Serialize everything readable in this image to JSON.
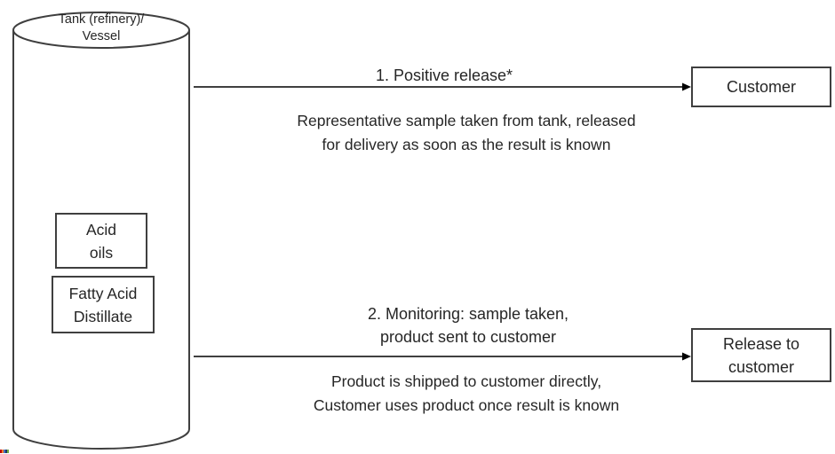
{
  "diagram": {
    "title_hint": "Tank release flow diagram",
    "tank": {
      "label": "Tank (refinery)/\nVessel",
      "contents": [
        {
          "label": "Acid\noils"
        },
        {
          "label": "Fatty Acid\nDistillate"
        }
      ]
    },
    "flows": [
      {
        "arrow_label": "1. Positive release*",
        "description": "Representative sample taken from tank, released\nfor delivery as soon as the result is known",
        "target": "Customer"
      },
      {
        "arrow_label": "2. Monitoring: sample taken,\nproduct sent to customer",
        "description": "Product is shipped to customer directly,\nCustomer uses product once result is known",
        "target": "Release to\ncustomer"
      }
    ],
    "colors": {
      "background": "#ffffff",
      "shape_stroke": "#3f3f3f",
      "arrow_stroke": "#000000",
      "text": "#262626"
    },
    "corner_artifact_colors": [
      "#c00000",
      "#ed7d31",
      "#4472c4",
      "#1f3864",
      "#70ad47"
    ]
  }
}
